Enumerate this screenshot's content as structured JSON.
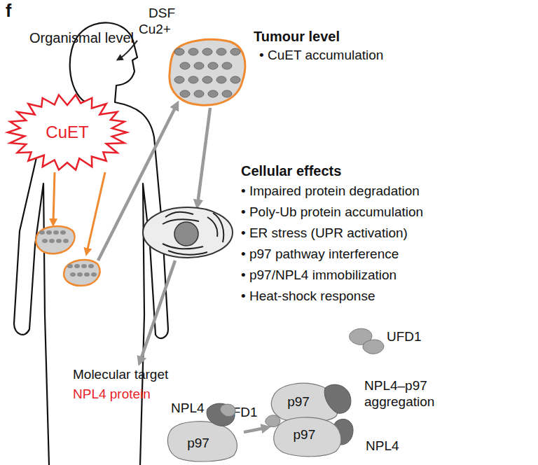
{
  "diagram": {
    "nodes": [
      {
        "text": [
          "CuET"
        ]
      },
      {
        "text": [
          "p97"
        ]
      },
      {
        "text": [
          "p97",
          "p97"
        ]
      }
    ],
    "edges": [
      {
        "from": 1,
        "to": 2,
        "arrow": "to"
      }
    ],
    "labels": [
      "f",
      "Organismal level",
      "DSF",
      "Cu2+",
      "Tumour level",
      "• CuET accumulation",
      "Cellular effects",
      "• Impaired protein degradation",
      "• Poly-Ub protein accumulation",
      "• ER stress (UPR activation)",
      "• p97 pathway interference",
      "• p97/NPL4 immobilization",
      "• Heat-shock response",
      "Molecular target",
      "NPL4 protein",
      "UFD1",
      "NPL4",
      "UFD1",
      "NPL4–p97 aggregation",
      "NPL4"
    ]
  }
}
